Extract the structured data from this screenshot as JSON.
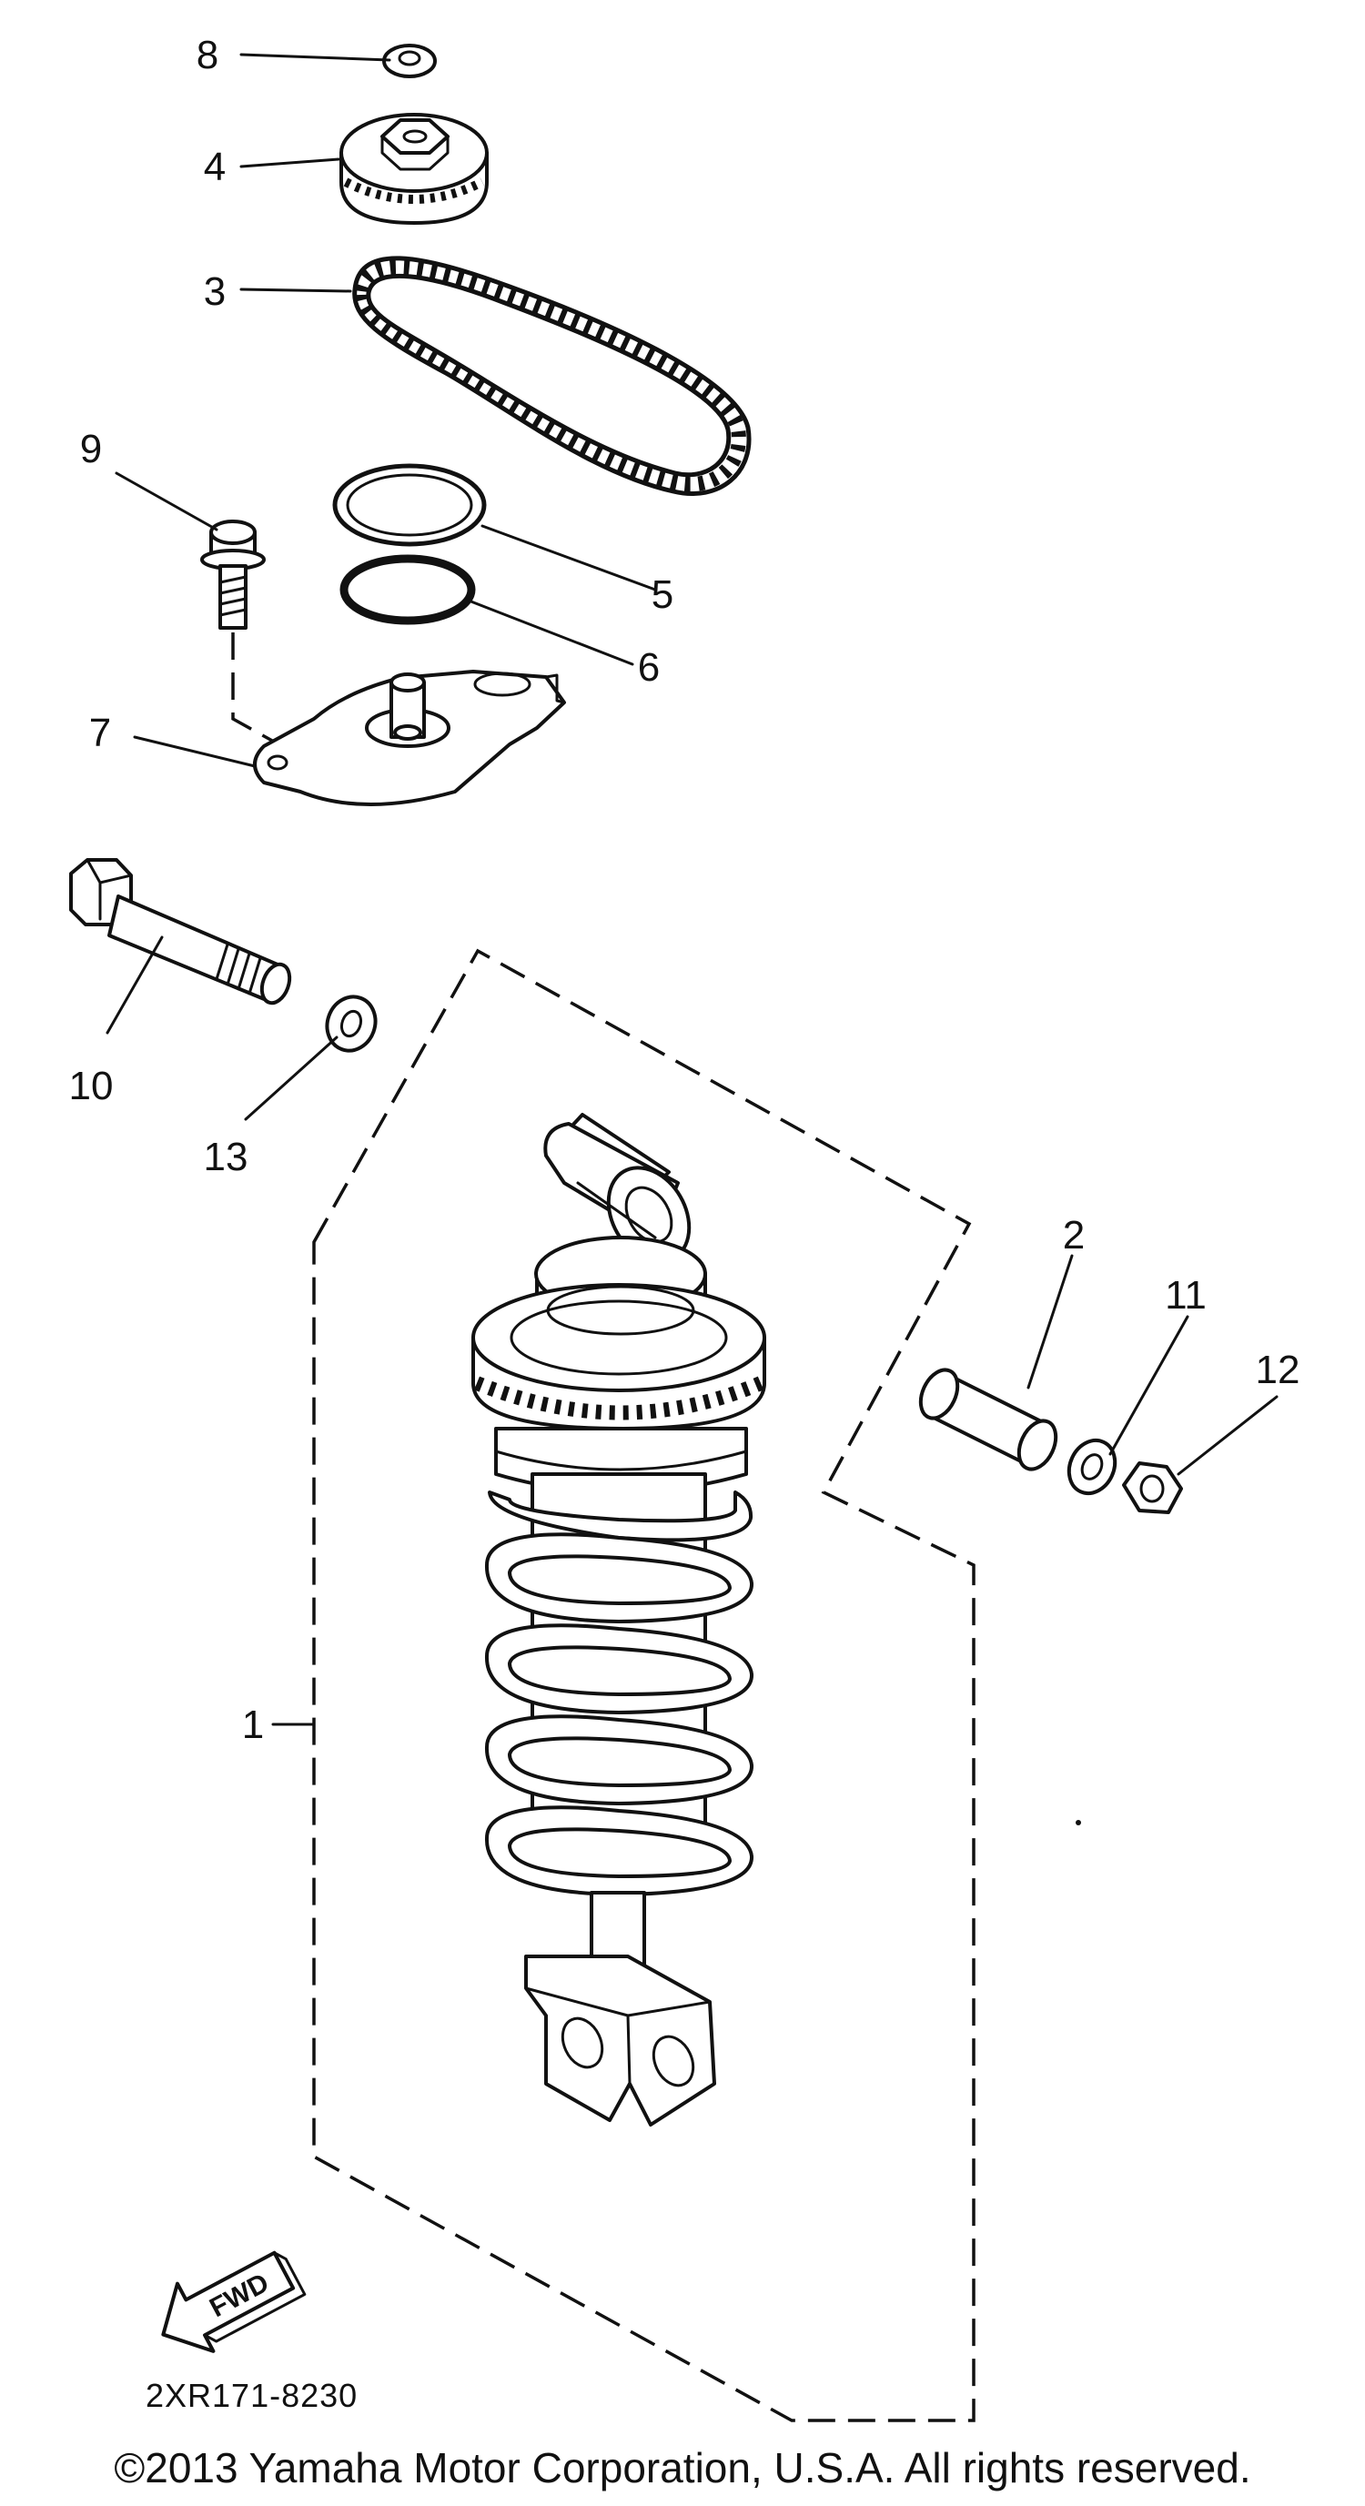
{
  "diagram": {
    "callouts": {
      "c1": "1",
      "c2": "2",
      "c3": "3",
      "c4": "4",
      "c5": "5",
      "c6": "6",
      "c7": "7",
      "c8": "8",
      "c9": "9",
      "c10": "10",
      "c11": "11",
      "c12": "12",
      "c13": "13"
    },
    "direction_label": "FWD",
    "drawing_code": "2XR171-8230"
  },
  "footer": {
    "copyright": "©2013 Yamaha Motor Corporation, U.S.A. All rights reserved."
  }
}
